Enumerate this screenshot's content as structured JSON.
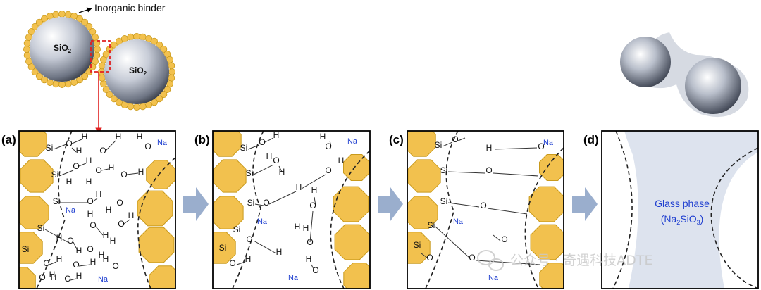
{
  "top": {
    "binder_label": "Inorganic binder",
    "particle_left": "SiO",
    "particle_left_sub": "2",
    "particle_right": "SiO",
    "particle_right_sub": "2"
  },
  "panels": [
    {
      "label": "(a)"
    },
    {
      "label": "(b)"
    },
    {
      "label": "(c)"
    },
    {
      "label": "(d)"
    }
  ],
  "panel_d": {
    "glass_title": "Glass phase",
    "formula_open": "(Na",
    "formula_sub1": "2",
    "formula_mid": "SiO",
    "formula_sub2": "3",
    "formula_close": ")"
  },
  "atoms": {
    "si": "Si",
    "o": "O",
    "h": "H",
    "na": "Na"
  },
  "watermark": "公众号 · 奇遇科技ADTE",
  "colors": {
    "binder_yellow": "#f2c14e",
    "binder_edge": "#c99a1c",
    "arrow_blue": "#9aaecd",
    "glass_fill": "#dde3ee",
    "na_blue": "#1f3fd0",
    "link_red": "#e02020"
  }
}
